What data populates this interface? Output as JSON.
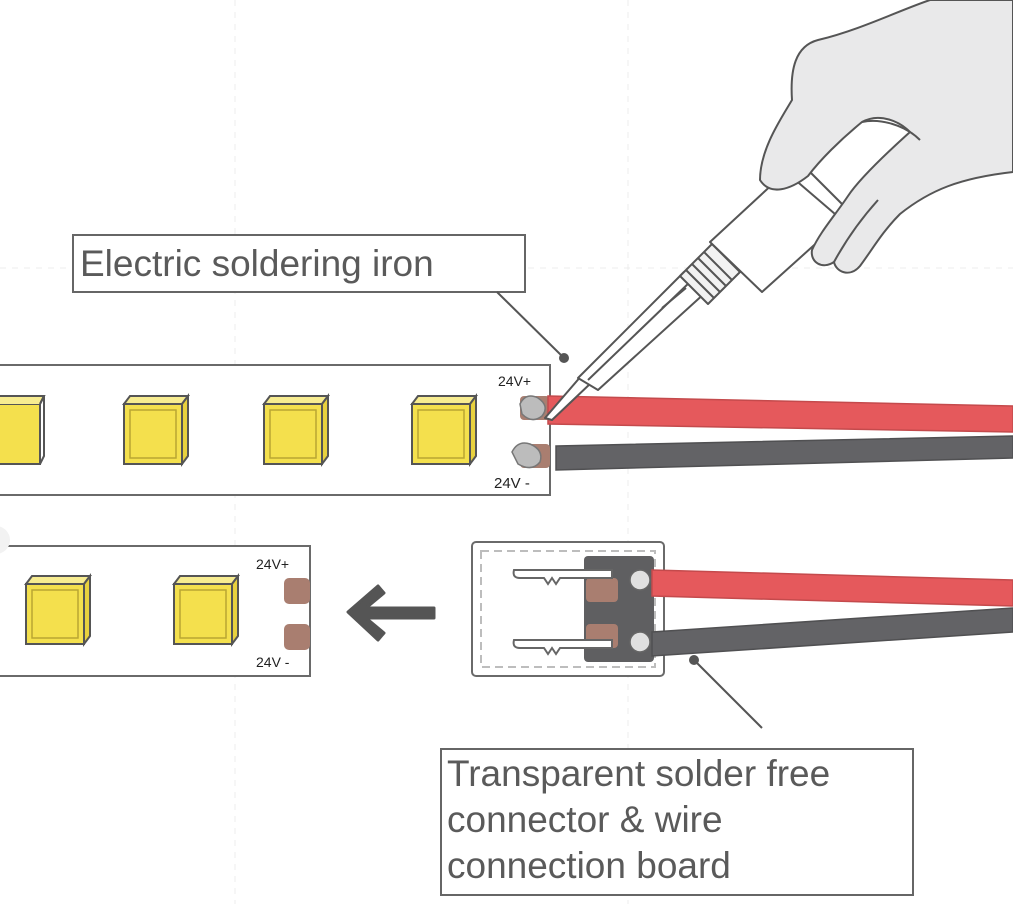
{
  "labels": {
    "soldering_iron": "Electric soldering iron",
    "connector_line1": "Transparent solder free",
    "connector_line2": "connector & wire",
    "connector_line3": "connection board"
  },
  "strip_top": {
    "positive": "24V+",
    "negative": "24V -"
  },
  "strip_bottom": {
    "positive": "24V+",
    "negative": "24V -"
  },
  "colors": {
    "wire_red": "#e5595c",
    "wire_black": "#636366",
    "led_fill": "#f4e04d",
    "pad_copper": "#a97e70",
    "outline": "#555555",
    "label_text": "#5a5a5a",
    "hand_fill": "#e9e9ea"
  },
  "icons": [
    "soldering-iron-icon",
    "hand-icon",
    "arrow-left-icon",
    "led-chip-icon"
  ]
}
